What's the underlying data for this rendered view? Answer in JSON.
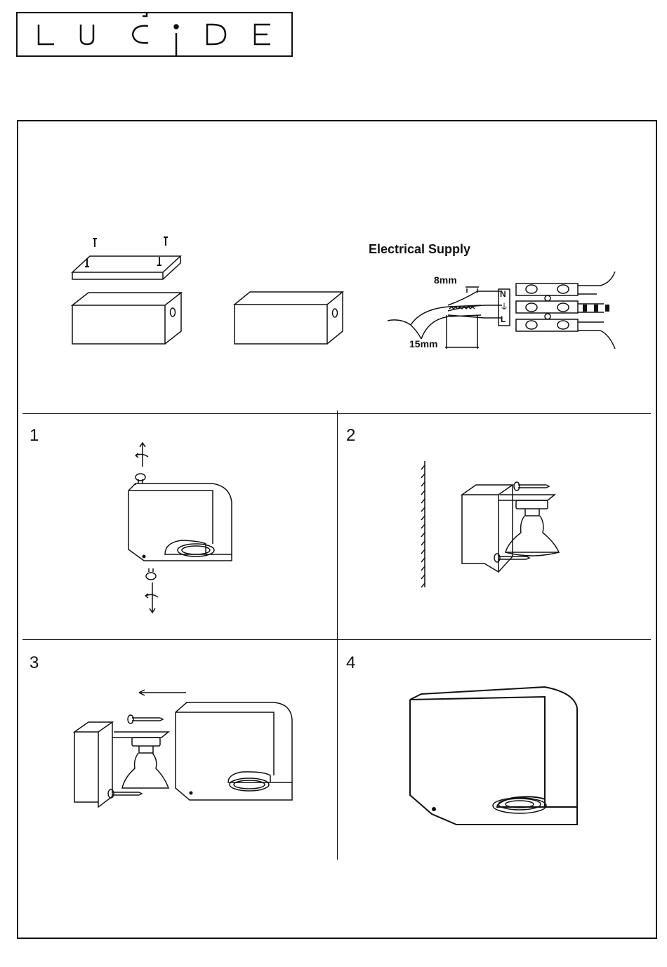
{
  "brand": {
    "logo_text": "LUCIDE"
  },
  "electrical_supply": {
    "title": "Electrical Supply",
    "strip_length_wire": "8mm",
    "strip_length_sheath": "15mm",
    "terminal_labels": [
      "L",
      "N",
      "⏚"
    ]
  },
  "steps": [
    {
      "number": "1"
    },
    {
      "number": "2"
    },
    {
      "number": "3"
    },
    {
      "number": "4"
    }
  ]
}
